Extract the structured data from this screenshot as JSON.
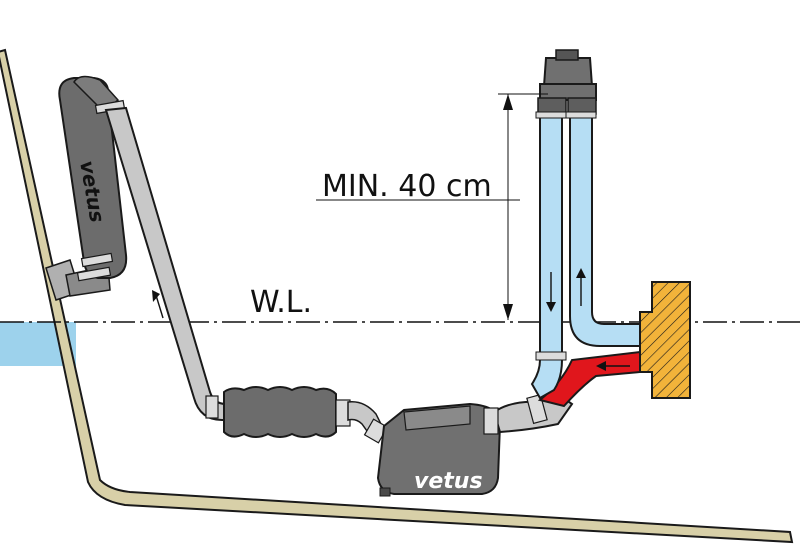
{
  "labels": {
    "min_height": "MIN. 40 cm",
    "waterline": "W.L.",
    "brand": "vetus"
  },
  "colors": {
    "water": "#9dd2ec",
    "cooling_in_pipe": "#b6def4",
    "hot_water": "#e0161c",
    "exhaust_pipe": "#c8c8c8",
    "muffler": "#707070",
    "engine": "#f2b33a",
    "hull": "#d8d0a8",
    "outline": "#1a1a1a"
  },
  "icons": [
    "flow-arrow-up-icon",
    "flow-arrow-down-icon",
    "flow-arrow-left-icon"
  ]
}
